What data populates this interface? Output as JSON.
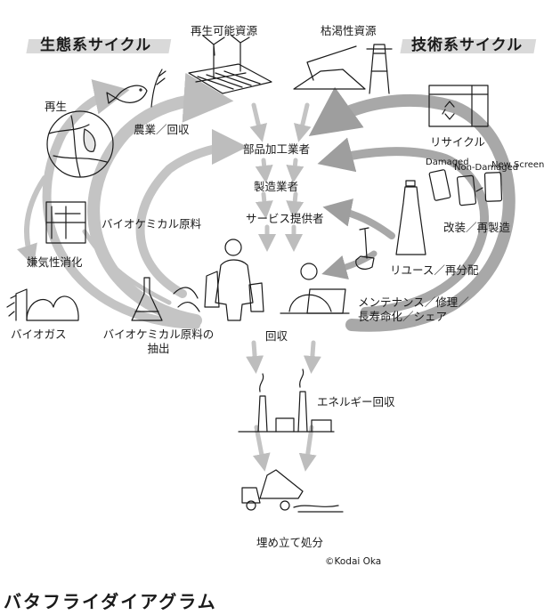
{
  "headers": {
    "bio": "生態系サイクル",
    "tech": "技術系サイクル"
  },
  "top": {
    "renewable": "再生可能資源",
    "depletable": "枯渇性資源"
  },
  "bio_side": {
    "regeneration": "再生",
    "farming": "農業／回収",
    "biochem_feedstock": "バイオケミカル原料",
    "anaerobic_digestion": "嫌気性消化",
    "biogas": "バイオガス",
    "biochem_extraction_line1": "バイオケミカル原料の",
    "biochem_extraction_line2": "抽出"
  },
  "center": {
    "parts_maker": "部品加工業者",
    "manufacturer": "製造業者",
    "service_provider": "サービス提供者",
    "collection": "回収",
    "energy_recovery": "エネルギー回収",
    "landfill": "埋め立て処分"
  },
  "tech_side": {
    "recycle": "リサイクル",
    "refurbish": "改装／再製造",
    "reuse": "リユース／再分配",
    "maintenance_line1": "メンテナンス／修理／",
    "maintenance_line2": "長寿命化／シェア",
    "damaged": "Damaged",
    "non_damaged": "Non-Damaged",
    "new_screen": "New Screen"
  },
  "credit": "©Kodai Oka",
  "caption": "バタフライダイアグラム",
  "colors": {
    "arrow": "#bdbdbd",
    "arrow_dark": "#9e9e9e",
    "ink": "#1a1a1a"
  }
}
